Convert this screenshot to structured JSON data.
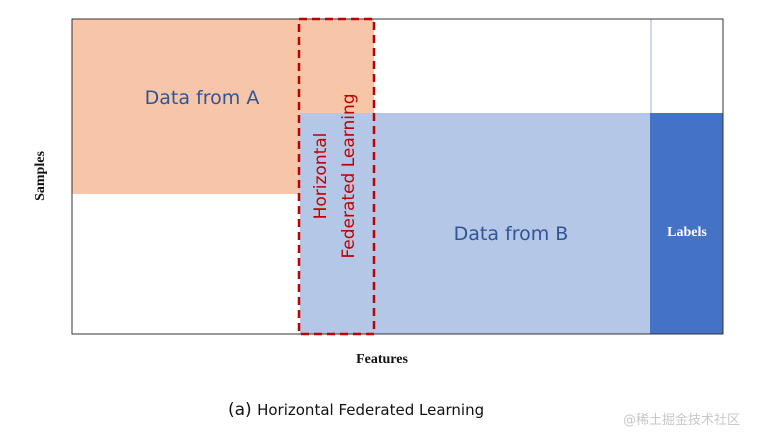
{
  "diagram": {
    "region_a_label": "Data from A",
    "region_b_label": "Data from B",
    "labels_label": "Labels",
    "overlap_label_line1": "Horizontal",
    "overlap_label_line2": "Federated Learning",
    "y_axis_label": "Samples",
    "x_axis_label": "Features",
    "caption_prefix": "(a)",
    "caption_text": "Horizontal Federated Learning",
    "colors": {
      "data_a": "#f7c6a8",
      "data_b": "#b4c7e7",
      "labels": "#4472c4",
      "overlap_border": "#c00000",
      "text_blue": "#2f5597",
      "text_red": "#c00000",
      "frame": "#333333"
    }
  },
  "watermark": "@稀土掘金技术社区"
}
